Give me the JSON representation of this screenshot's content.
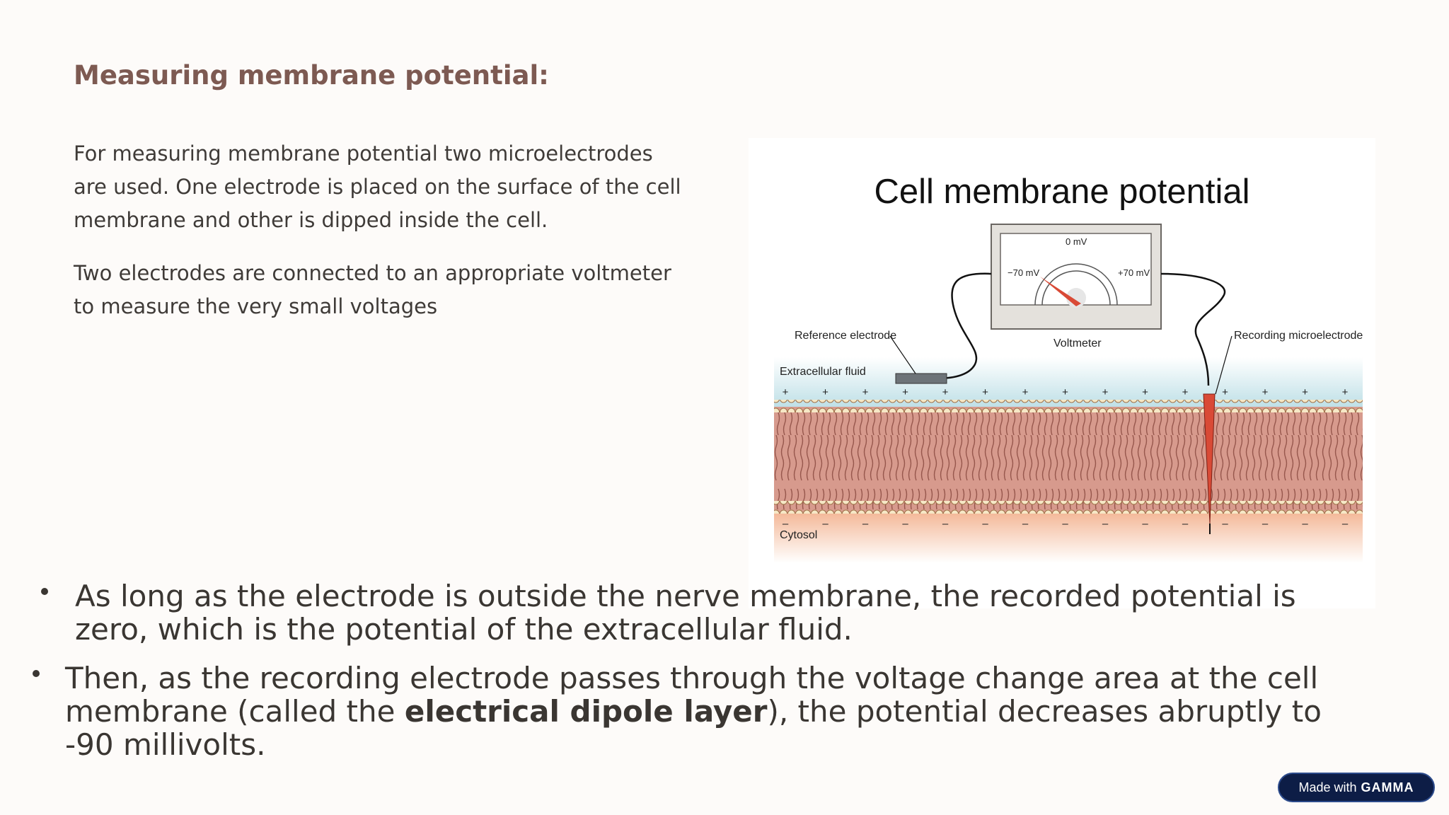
{
  "slide": {
    "title": "Measuring membrane potential:",
    "paragraphs": [
      "For measuring membrane potential two microelectrodes are used. One electrode is placed on the surface of the cell membrane and other is dipped inside the cell.",
      "Two electrodes are connected to an appropriate voltmeter to measure the very small voltages"
    ],
    "bullets": [
      {
        "text": "As long as the electrode is outside the nerve membrane, the recorded potential is zero, which is the potential of the extracellular fluid."
      },
      {
        "pre": "Then, as the recording electrode passes through the voltage change area at the cell membrane (called the ",
        "bold": "electrical dipole layer",
        "post": "), the potential decreases abruptly to -90 millivolts."
      }
    ]
  },
  "figure": {
    "title": "Cell membrane potential",
    "labels": {
      "zero": "0 mV",
      "neg": "−70 mV",
      "pos": "+70 mV",
      "voltmeter": "Voltmeter",
      "reference": "Reference electrode",
      "recording": "Recording microelectrode",
      "ecf": "Extracellular fluid",
      "cytosol": "Cytosol",
      "plus": "+",
      "minus": "–"
    },
    "colors": {
      "extracellular": "#cfe7ec",
      "membrane": "#c98a7f",
      "heads": "#f6e8c6",
      "cytosol": "#f6c6a9",
      "needle": "#d94a36",
      "meter_body": "#e4e1dc"
    }
  },
  "badge": {
    "prefix": "Made with",
    "brand": "GAMMA"
  }
}
